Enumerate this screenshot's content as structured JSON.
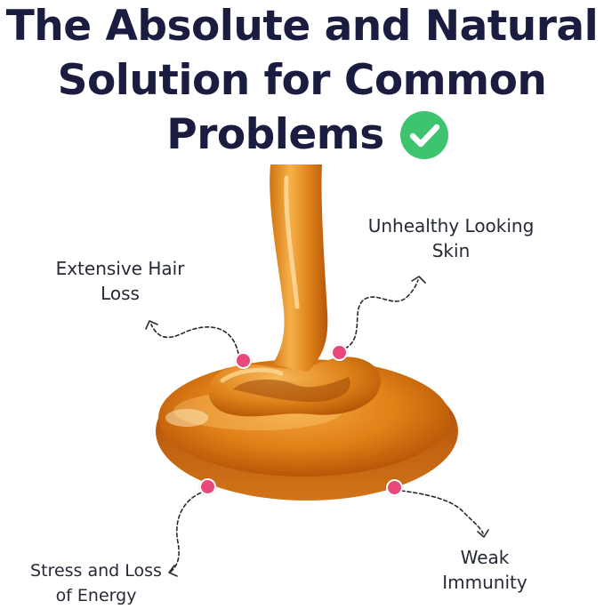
{
  "title": {
    "line1": "The Absolute and Natural",
    "line2": "Solution for Common",
    "line3": "Problems"
  },
  "icons": {
    "title_badge": "check-circle-icon",
    "marker": "pink-dot-marker",
    "arrow": "dashed-arrow-icon"
  },
  "callouts": {
    "hair": [
      "Extensive Hair",
      "Loss"
    ],
    "skin": [
      "Unhealthy Looking",
      "Skin"
    ],
    "stress": [
      "Stress and Loss",
      "of Energy"
    ],
    "immunity": [
      "Weak",
      "Immunity"
    ]
  },
  "colors": {
    "title_text": "#1a1d3f",
    "check_green": "#3ec36e",
    "marker_pink": "#e8497a",
    "honey_dark": "#c45f08",
    "honey_light": "#f6b04a"
  }
}
